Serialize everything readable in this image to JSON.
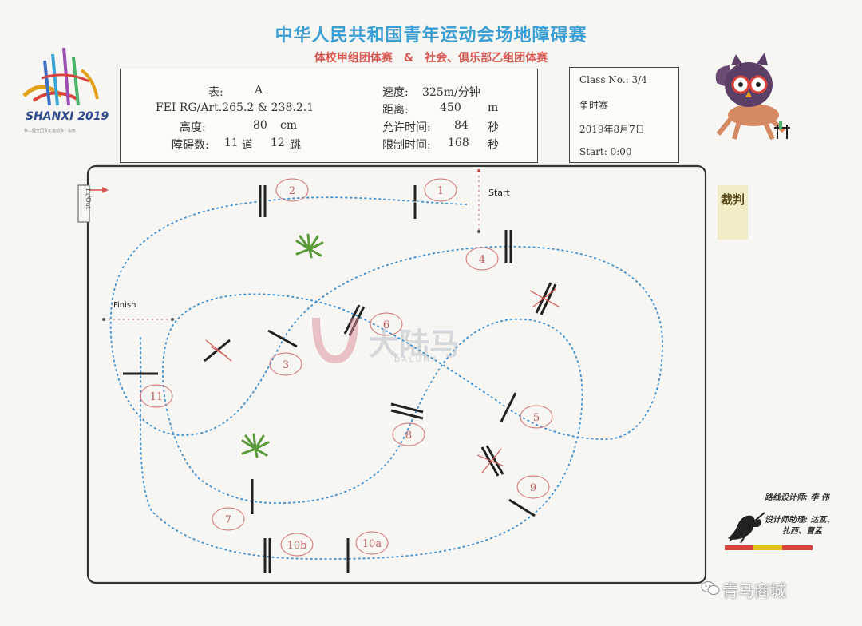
{
  "header": {
    "title": "中华人民共和国青年运动会场地障碍赛",
    "subtitle": "体校甲组团体赛　&　社会、俱乐部乙组团体赛"
  },
  "logo": {
    "text": "SHANXI 2019",
    "small": "第二届全国青年运动会 · 山西"
  },
  "info": {
    "table_label": "表:",
    "table_value": "A",
    "rule": "FEI RG/Art.265.2 & 238.2.1",
    "height_label": "高度:",
    "height_value": "80",
    "height_unit": "cm",
    "obstacles_label": "障碍数:",
    "obstacles_value": "11",
    "obstacles_unit1": "道",
    "jumps_value": "12",
    "jumps_unit": "跳",
    "speed_label": "速度:",
    "speed_value": "325m/分钟",
    "distance_label": "距离:",
    "distance_value": "450",
    "distance_unit": "m",
    "allowed_label": "允许时间:",
    "allowed_value": "84",
    "allowed_unit": "秒",
    "limit_label": "限制时间:",
    "limit_value": "168",
    "limit_unit": "秒"
  },
  "class_box": {
    "class_no": "Class No.: 3/4",
    "competition": "争时赛",
    "date": "2019年8月7日",
    "start": "Start: 0:00"
  },
  "side": {
    "judge": "裁判",
    "inout": "In/Out"
  },
  "course": {
    "start_label": "Start",
    "finish_label": "Finish",
    "obstacles": [
      {
        "label": "1"
      },
      {
        "label": "2"
      },
      {
        "label": "3"
      },
      {
        "label": "4"
      },
      {
        "label": "5"
      },
      {
        "label": "6"
      },
      {
        "label": "7"
      },
      {
        "label": "8"
      },
      {
        "label": "9"
      },
      {
        "label": "10a"
      },
      {
        "label": "10b"
      },
      {
        "label": "11"
      }
    ]
  },
  "credits": {
    "designer": "路线设计师: 李 伟",
    "assistant_label": "设计师助理: 达瓦、",
    "assistant_names": "扎西、曹孟"
  },
  "watermark": {
    "text": "大陆马",
    "sub": "DALUMA"
  },
  "wechat": {
    "name": "青马商城"
  },
  "colors": {
    "title": "#3c9fd3",
    "subtitle": "#d55550",
    "route": "#3c8fd0",
    "label_circle": "#d26c6c",
    "jump": "#222222"
  }
}
